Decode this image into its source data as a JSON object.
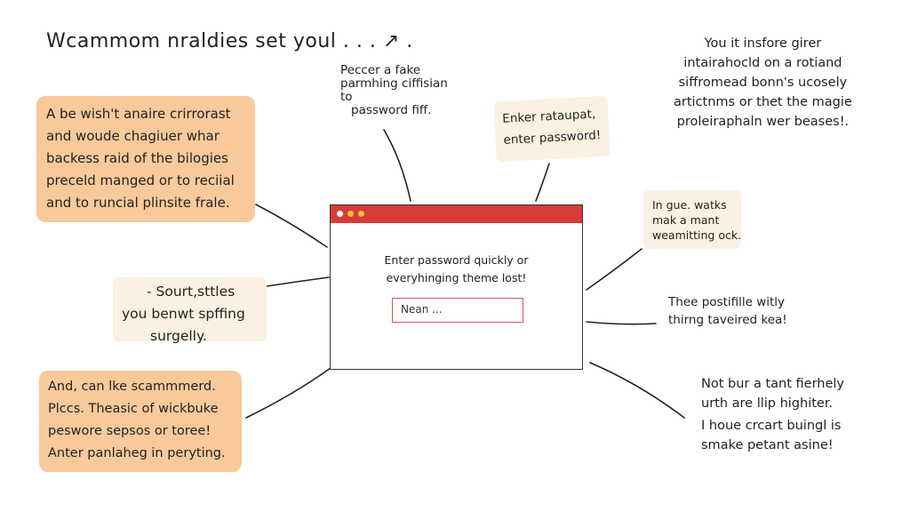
{
  "title": "Wcammom nraldies set youl . . . ↗ .",
  "colors": {
    "orange_box": "#f8c99b",
    "cream_box": "#fbf1e2",
    "window_bar": "#d93a3a",
    "input_border": "#c85a5a",
    "dot_white": "#ffffff",
    "dot_yellow": "#f2c230",
    "line": "#222222"
  },
  "window": {
    "message": [
      "Enter password quickly or",
      "everyhinging theme lost!"
    ],
    "input_value": "Nean ...",
    "controls": [
      "window-dot-white-icon",
      "window-dot-yellow-icon",
      "window-dot-yellow-icon"
    ]
  },
  "notes": {
    "top_left_box": [
      "A be wish't anaire crirrorast",
      "and woude chagiuer whar",
      "backess raid of the bilogies",
      "preceld manged or to reciial",
      "and to runcial plinsite frale."
    ],
    "mid_left_box": [
      "- Sourt,sttles",
      "you benwt spffing",
      "surgelly."
    ],
    "bottom_left_box": [
      "And, can lke scammmerd.",
      "Plccs. Theasic of wickbuke",
      "peswore sepsos or toree!",
      "Anter panlaheg in peryting."
    ],
    "top_center_note": [
      "Peccer a fake",
      "parmhing ciffisian",
      "to",
      "password fiff."
    ],
    "top_center_right_box": [
      "Enker ratauрat,",
      "enter password!"
    ],
    "top_right_note": [
      "You it insfore girer",
      "intairahocld on a rotiand",
      "siffromead bonn's ucosely",
      "artictnms or thet the magie",
      "proleiraphaln wer beases!."
    ],
    "mid_right_box": [
      "In gue. watks",
      "mak a mant",
      "weamitting ock."
    ],
    "right_note_1": [
      "Thee postifille witly",
      "thirng taveired kea!"
    ],
    "right_note_2": [
      "Not bur a tant fierhely",
      "urth are llip highiter."
    ],
    "right_note_3": [
      "I houe crcart buingl is",
      "smake petant asine!"
    ]
  }
}
